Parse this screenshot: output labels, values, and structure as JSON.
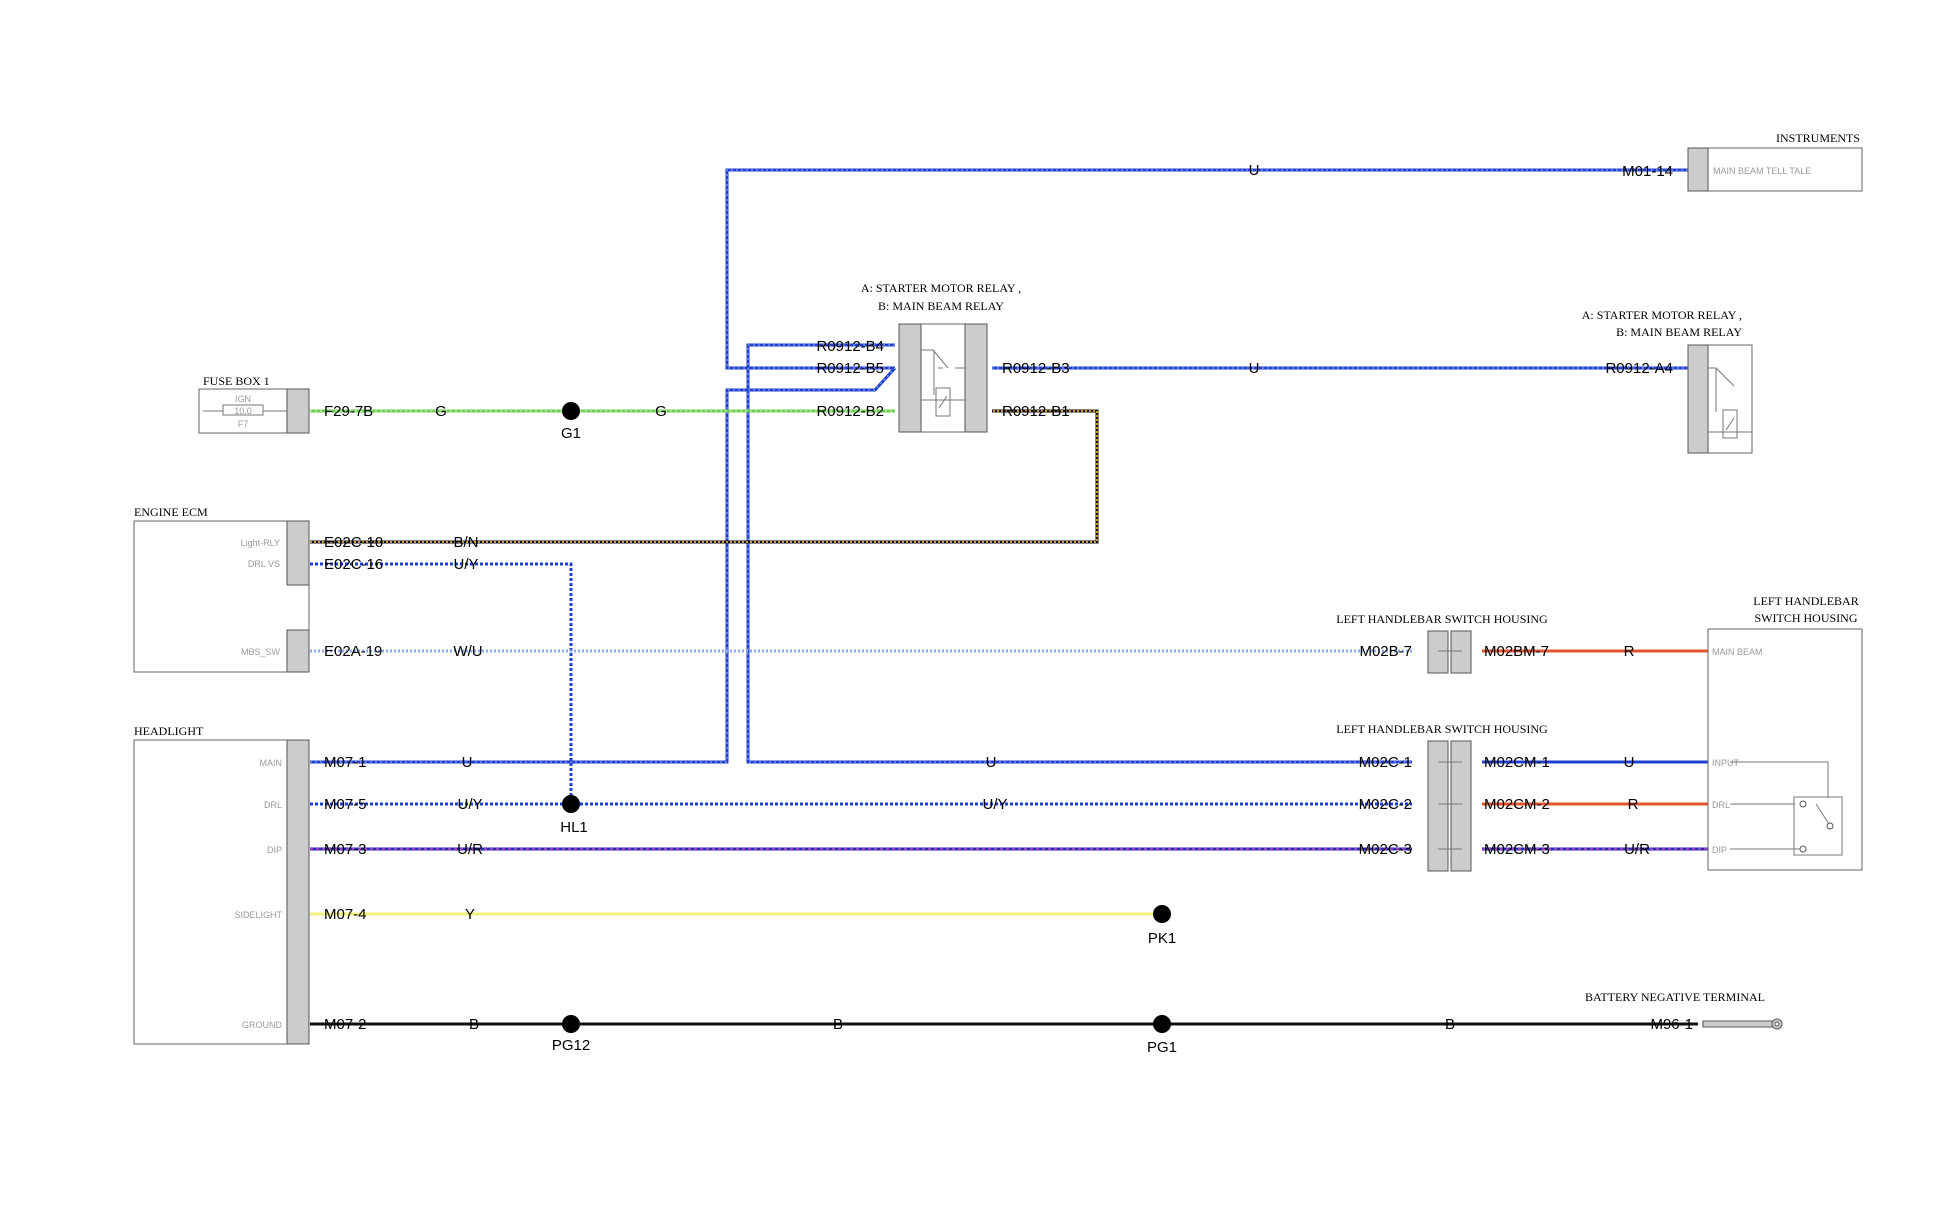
{
  "components": {
    "instruments": {
      "title": "INSTRUMENTS",
      "label": "MAIN BEAM TELL TALE"
    },
    "relay_center": {
      "title_line1": "A: STARTER MOTOR RELAY ,",
      "title_line2": "B: MAIN BEAM RELAY"
    },
    "relay_right": {
      "title_line1": "A: STARTER MOTOR RELAY ,",
      "title_line2": "B: MAIN BEAM RELAY"
    },
    "fuse_box": {
      "title": "FUSE BOX 1",
      "ign": "IGN",
      "rating": "10.0",
      "fuse_id": "F7"
    },
    "engine_ecm": {
      "title": "ENGINE ECM",
      "pin_light_rly": "Light-RLY",
      "pin_drl_vs": "DRL VS",
      "pin_mbs_sw": "MBS_SW"
    },
    "headlight": {
      "title": "HEADLIGHT",
      "pin_main": "MAIN",
      "pin_drl": "DRL",
      "pin_dip": "DIP",
      "pin_sidelight": "SIDELIGHT",
      "pin_ground": "GROUND"
    },
    "switch_housing_1": {
      "title": "LEFT HANDLEBAR SWITCH HOUSING"
    },
    "switch_housing_2": {
      "title": "LEFT HANDLEBAR SWITCH HOUSING"
    },
    "switch_housing_right": {
      "title_line1": "LEFT HANDLEBAR",
      "title_line2": "SWITCH HOUSING",
      "pin_main_beam": "MAIN BEAM",
      "pin_input": "INPUT",
      "pin_drl": "DRL",
      "pin_dip": "DIP"
    },
    "battery": {
      "title": "BATTERY NEGATIVE TERMINAL"
    }
  },
  "pins": {
    "m01_14": "M01-14",
    "r0912_b4": "R0912-B4",
    "r0912_b5": "R0912-B5",
    "r0912_b2": "R0912-B2",
    "r0912_b3": "R0912-B3",
    "r0912_b1": "R0912-B1",
    "r0912_a4": "R0912-A4",
    "f29_7b": "F29-7B",
    "e02c_10": "E02C-10",
    "e02c_16": "E02C-16",
    "e02a_19": "E02A-19",
    "m02b_7": "M02B-7",
    "m02bm_7": "M02BM-7",
    "m07_1": "M07-1",
    "m07_5": "M07-5",
    "m07_3": "M07-3",
    "m07_4": "M07-4",
    "m07_2": "M07-2",
    "m02c_1": "M02C-1",
    "m02c_2": "M02C-2",
    "m02c_3": "M02C-3",
    "m02cm_1": "M02CM-1",
    "m02cm_2": "M02CM-2",
    "m02cm_3": "M02CM-3",
    "m96_1": "M96-1"
  },
  "wire_codes": {
    "instr_u": "U",
    "relay_u": "U",
    "fuse_g1": "G",
    "fuse_g2": "G",
    "ecm_bn": "B/N",
    "ecm_uy": "U/Y",
    "ecm_wu": "W/U",
    "switch_r1": "R",
    "hl_main_u": "U",
    "main_u_mid": "U",
    "switch_u": "U",
    "hl_drl_uy": "U/Y",
    "drl_uy_mid": "U/Y",
    "switch_r2": "R",
    "hl_dip_ur": "U/R",
    "switch_ur": "U/R",
    "side_y": "Y",
    "gnd_b1": "B",
    "gnd_b2": "B",
    "gnd_b3": "B"
  },
  "splices": {
    "g1": "G1",
    "hl1": "HL1",
    "pk1": "PK1",
    "pg12": "PG12",
    "pg1": "PG1"
  },
  "colors": {
    "blue": "#1f3fd0",
    "green": "#6ccf4f",
    "black": "#111111",
    "brown": "#c8962e",
    "yellow": "#f2ef7c",
    "red": "#e2552c",
    "white_blue": "#8eaaf0",
    "purple": "#8a4bc8"
  }
}
